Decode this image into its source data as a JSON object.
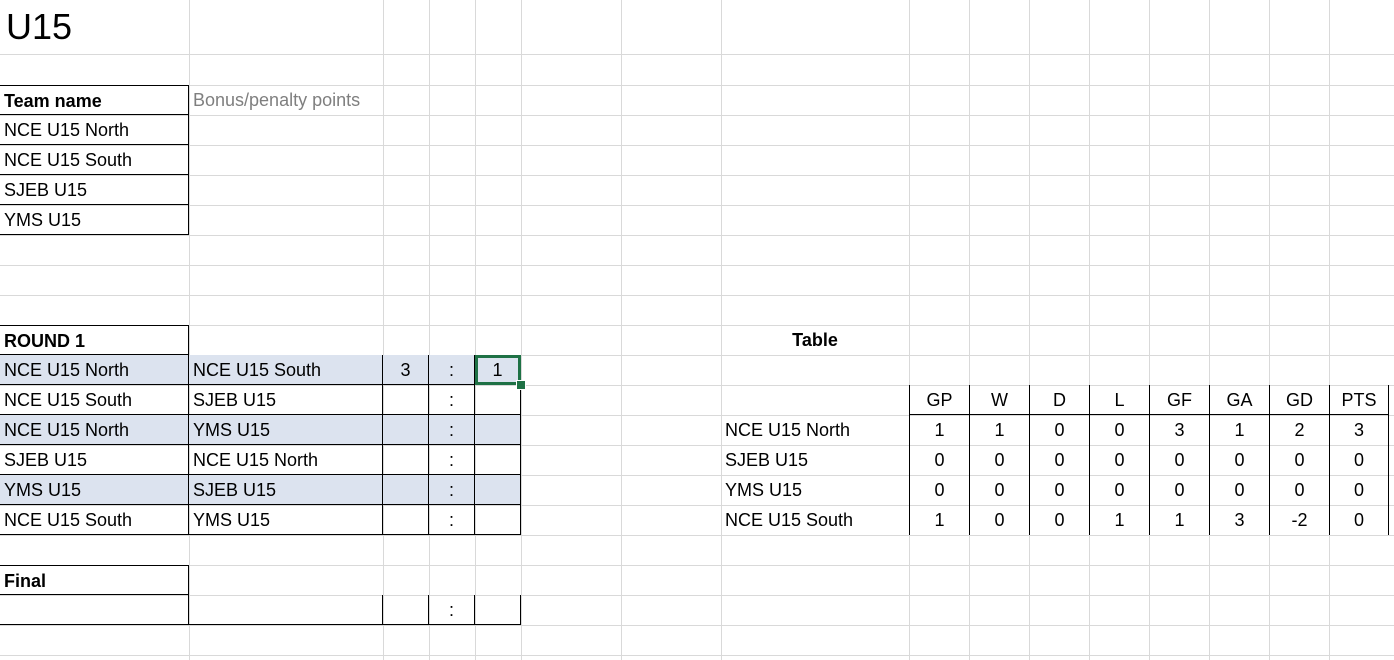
{
  "sheet_title": "U15",
  "teams": {
    "header": "Team name",
    "bonus_placeholder": "Bonus/penalty points",
    "names": [
      "NCE U15 North",
      "NCE U15 South",
      "SJEB U15",
      "YMS U15"
    ]
  },
  "round1": {
    "label": "ROUND 1",
    "separator": ":",
    "matches": [
      {
        "home": "NCE U15 North",
        "away": "NCE U15 South",
        "home_score": "3",
        "away_score": "1"
      },
      {
        "home": "NCE U15 South",
        "away": "SJEB U15",
        "home_score": "",
        "away_score": ""
      },
      {
        "home": "NCE U15 North",
        "away": "YMS U15",
        "home_score": "",
        "away_score": ""
      },
      {
        "home": "SJEB U15",
        "away": "NCE U15 North",
        "home_score": "",
        "away_score": ""
      },
      {
        "home": "YMS U15",
        "away": "SJEB U15",
        "home_score": "",
        "away_score": ""
      },
      {
        "home": "NCE U15 South",
        "away": "YMS U15",
        "home_score": "",
        "away_score": ""
      }
    ]
  },
  "final": {
    "label": "Final",
    "separator": ":",
    "home": "",
    "away": "",
    "home_score": "",
    "away_score": ""
  },
  "standings": {
    "label": "Table",
    "columns": [
      "GP",
      "W",
      "D",
      "L",
      "GF",
      "GA",
      "GD",
      "PTS"
    ],
    "rows": [
      {
        "team": "NCE U15 North",
        "values": [
          "1",
          "1",
          "0",
          "0",
          "3",
          "1",
          "2",
          "3"
        ]
      },
      {
        "team": "SJEB U15",
        "values": [
          "0",
          "0",
          "0",
          "0",
          "0",
          "0",
          "0",
          "0"
        ]
      },
      {
        "team": "YMS U15",
        "values": [
          "0",
          "0",
          "0",
          "0",
          "0",
          "0",
          "0",
          "0"
        ]
      },
      {
        "team": "NCE U15 South",
        "values": [
          "1",
          "0",
          "0",
          "1",
          "1",
          "3",
          "-2",
          "0"
        ]
      }
    ]
  },
  "colors": {
    "gridline": "#d9d9d9",
    "highlight_row": "#dce3ef",
    "selection": "#1e7145"
  }
}
